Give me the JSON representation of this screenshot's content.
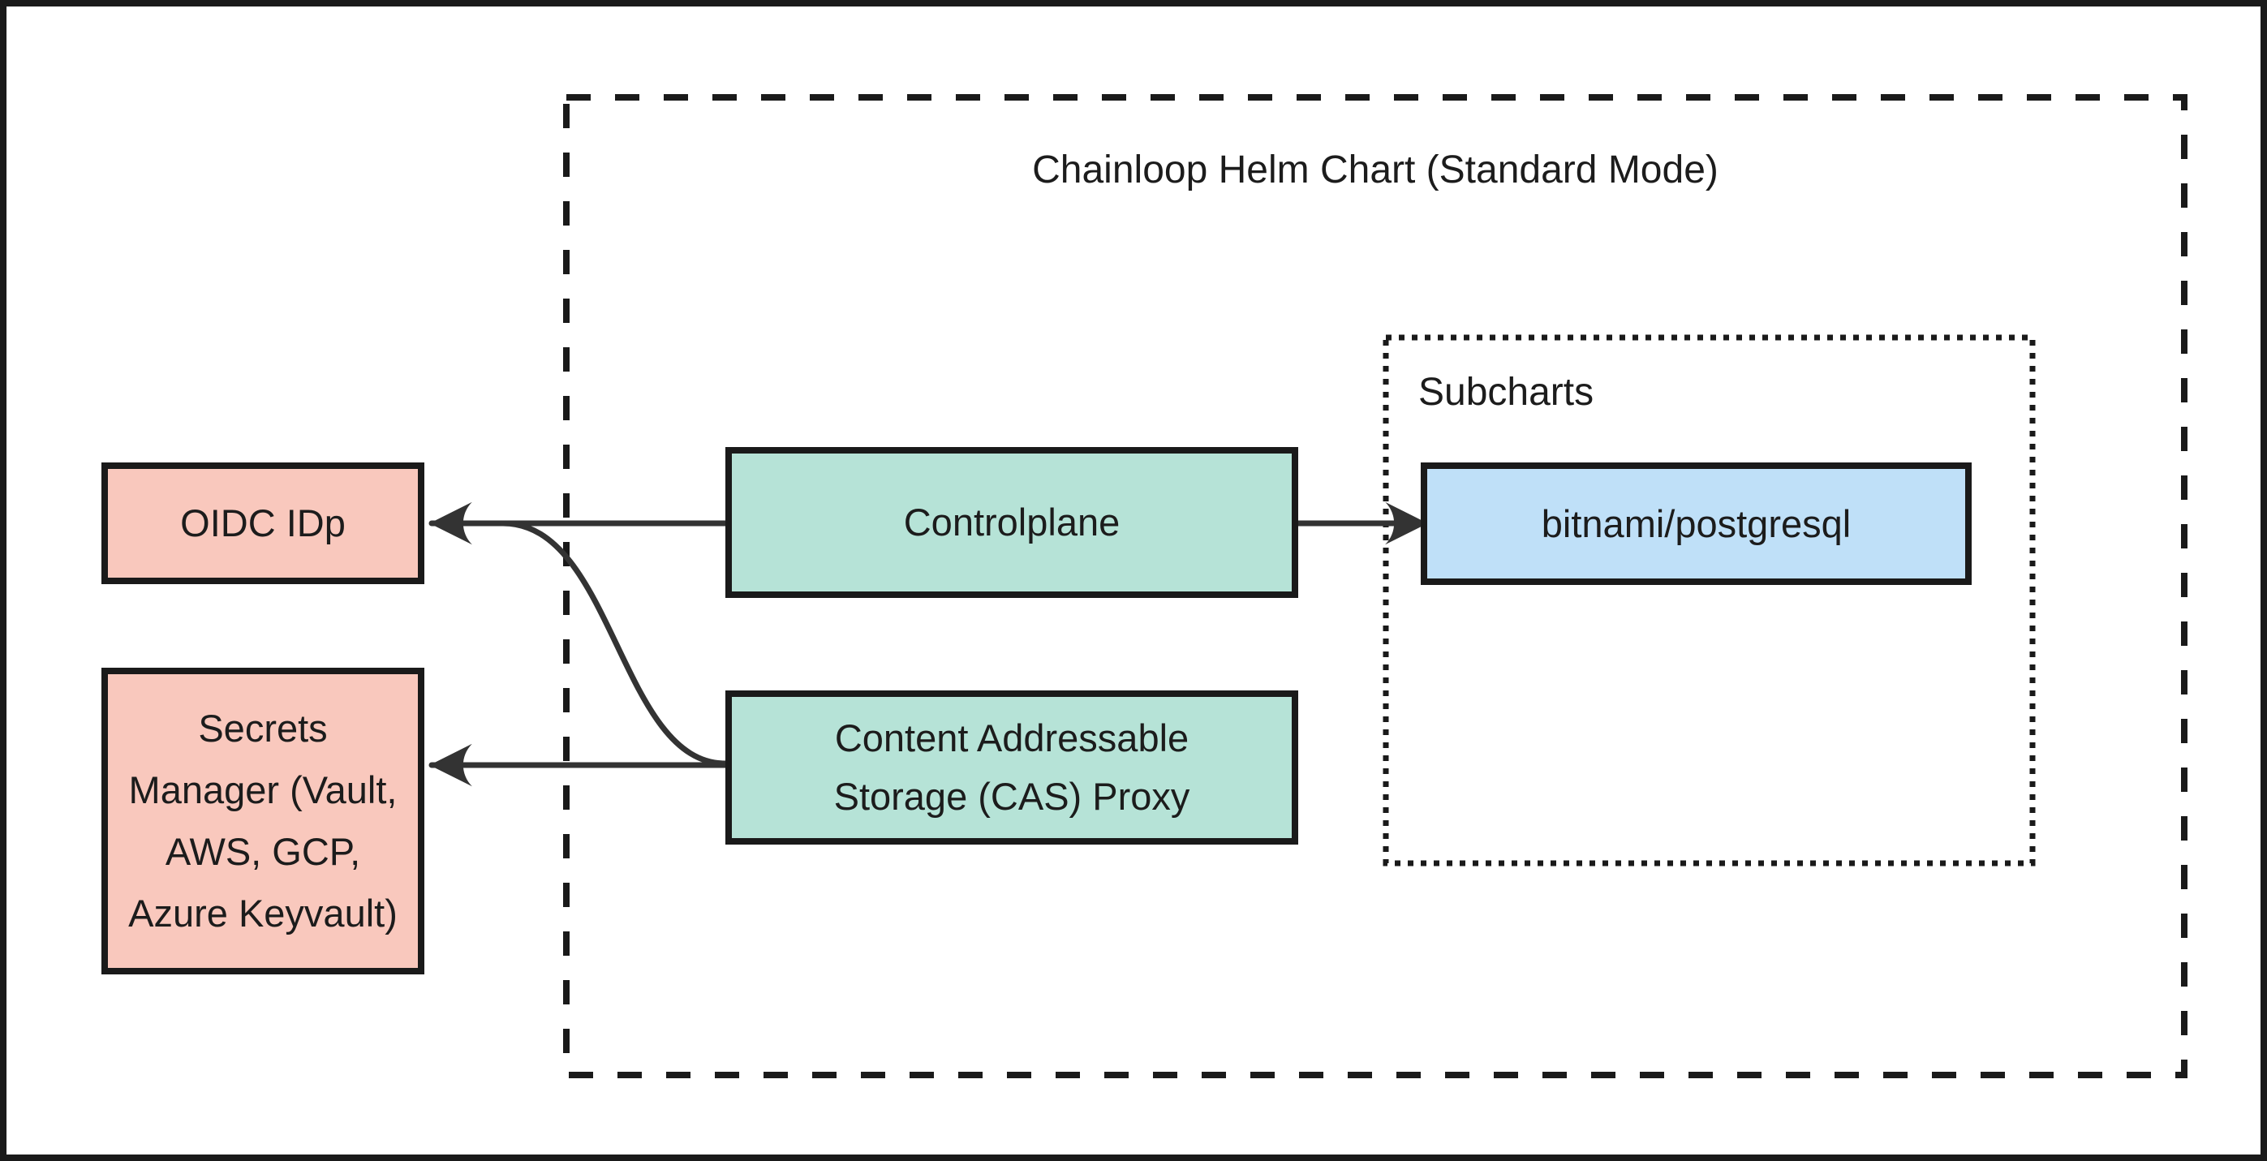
{
  "diagram": {
    "title": "Chainloop Helm Chart (Standard Mode)",
    "subcharts_group_label": "Subcharts",
    "nodes": {
      "oidc": {
        "label": "OIDC IDp"
      },
      "secrets": {
        "label": "Secrets Manager (Vault, AWS, GCP, Azure Keyvault)",
        "lines": [
          "Secrets",
          "Manager (Vault,",
          "AWS, GCP,",
          "Azure Keyvault)"
        ]
      },
      "controlplane": {
        "label": "Controlplane"
      },
      "cas": {
        "label": "Content Addressable Storage (CAS) Proxy",
        "lines": [
          "Content Addressable",
          "Storage (CAS) Proxy"
        ]
      },
      "postgresql": {
        "label": "bitnami/postgresql"
      }
    },
    "edges": [
      {
        "from": "controlplane",
        "to": "oidc"
      },
      {
        "from": "controlplane",
        "to": "postgresql"
      },
      {
        "from": "cas",
        "to": "secrets"
      },
      {
        "from": "cas",
        "to": "oidc"
      }
    ],
    "colors": {
      "external_fill": "#f9c8bd",
      "internal_fill": "#b6e3d7",
      "subchart_fill": "#bfe0f8",
      "border_color": "#1a1a1a",
      "connector_color": "#333333"
    }
  }
}
